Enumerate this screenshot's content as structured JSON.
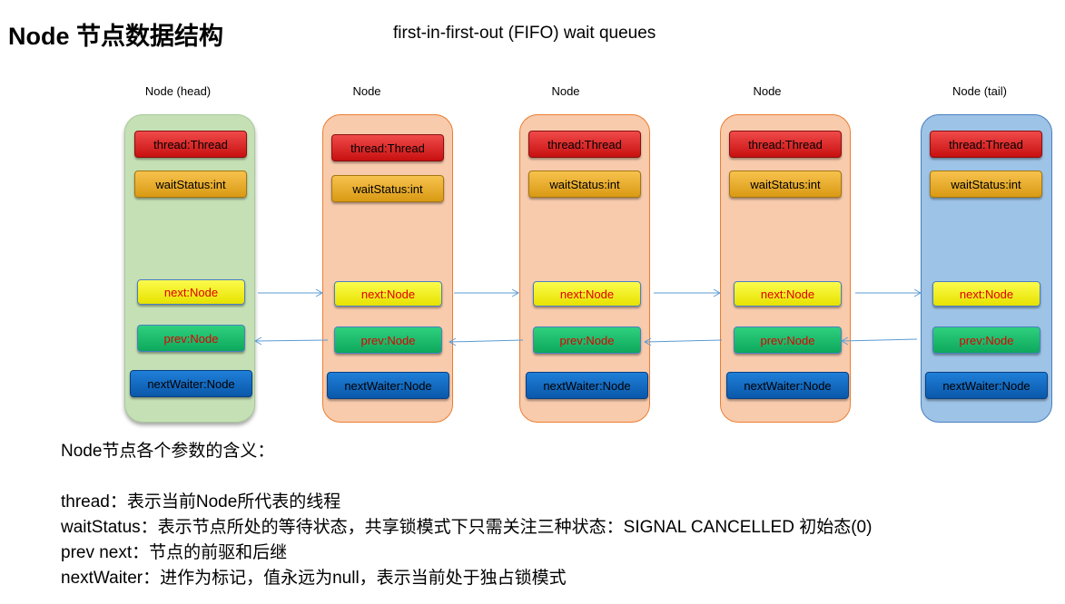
{
  "title": "Node 节点数据结构",
  "subtitle": "first-in-first-out (FIFO) wait queues",
  "nodes": [
    {
      "label": "Node (head)",
      "thread": "thread:Thread",
      "waitStatus": "waitStatus:int",
      "next": "next:Node",
      "prev": "prev:Node",
      "nextWaiter": "nextWaiter:Node"
    },
    {
      "label": "Node",
      "thread": "thread:Thread",
      "waitStatus": "waitStatus:int",
      "next": "next:Node",
      "prev": "prev:Node",
      "nextWaiter": "nextWaiter:Node"
    },
    {
      "label": "Node",
      "thread": "thread:Thread",
      "waitStatus": "waitStatus:int",
      "next": "next:Node",
      "prev": "prev:Node",
      "nextWaiter": "nextWaiter:Node"
    },
    {
      "label": "Node",
      "thread": "thread:Thread",
      "waitStatus": "waitStatus:int",
      "next": "next:Node",
      "prev": "prev:Node",
      "nextWaiter": "nextWaiter:Node"
    },
    {
      "label": "Node (tail)",
      "thread": "thread:Thread",
      "waitStatus": "waitStatus:int",
      "next": "next:Node",
      "prev": "prev:Node",
      "nextWaiter": "nextWaiter:Node"
    }
  ],
  "colors": {
    "head_fill": "#c5e0b4",
    "middle_fill": "#f8cbad",
    "tail_fill": "#9dc3e6",
    "arrow": "#5b9bd5",
    "pointer_text": "#e00000"
  },
  "notes": {
    "heading": "Node节点各个参数的含义：",
    "thread": "thread：表示当前Node所代表的线程",
    "waitStatus": "waitStatus：表示节点所处的等待状态，共享锁模式下只需关注三种状态：SIGNAL CANCELLED 初始态(0)",
    "prev_next": "prev next：节点的前驱和后继",
    "nextWaiter": "nextWaiter：进作为标记，值永远为null，表示当前处于独占锁模式"
  }
}
